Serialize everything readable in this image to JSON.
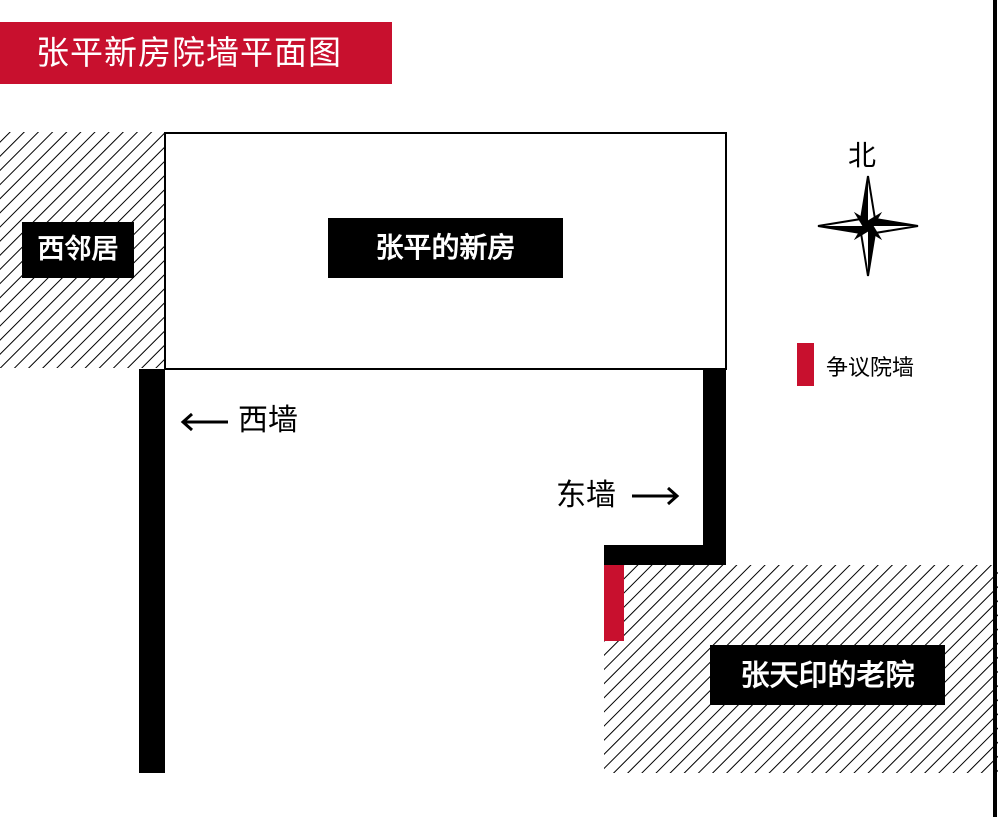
{
  "title": "张平新房院墙平面图",
  "labels": {
    "west_neighbor": "西邻居",
    "zhang_ping_house": "张平的新房",
    "zhang_tianyin_yard": "张天印的老院",
    "west_wall": "西墙",
    "east_wall": "东墙",
    "north": "北"
  },
  "legend": {
    "disputed_wall": "争议院墙"
  },
  "colors": {
    "accent_red": "#c8102e",
    "wall_black": "#000000",
    "label_bg": "#000000"
  },
  "icons": {
    "compass": "compass-rose-icon",
    "arrow_left": "arrow-left-icon",
    "arrow_right": "arrow-right-icon"
  }
}
